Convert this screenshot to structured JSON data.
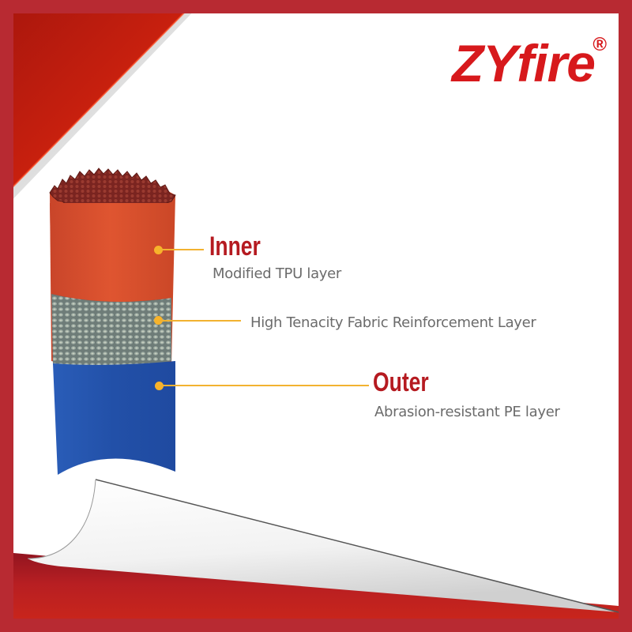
{
  "brand": {
    "name": "ZYfire",
    "registered_mark": "®",
    "color": "#d7191c"
  },
  "colors": {
    "frame": "#b82a32",
    "panel": "#ffffff",
    "leader": "#f2b230",
    "title": "#b51a20",
    "subtitle": "#6b6b6b",
    "inner_layer": "#d8502e",
    "fabric_layer": "#7a8a8a",
    "outer_layer": "#2150a8"
  },
  "layers": [
    {
      "id": "inner",
      "title": "Inner",
      "description": "Modified TPU layer"
    },
    {
      "id": "fabric",
      "title": "",
      "description": "High Tenacity Fabric Reinforcement Layer"
    },
    {
      "id": "outer",
      "title": "Outer",
      "description": "Abrasion-resistant PE layer"
    }
  ]
}
